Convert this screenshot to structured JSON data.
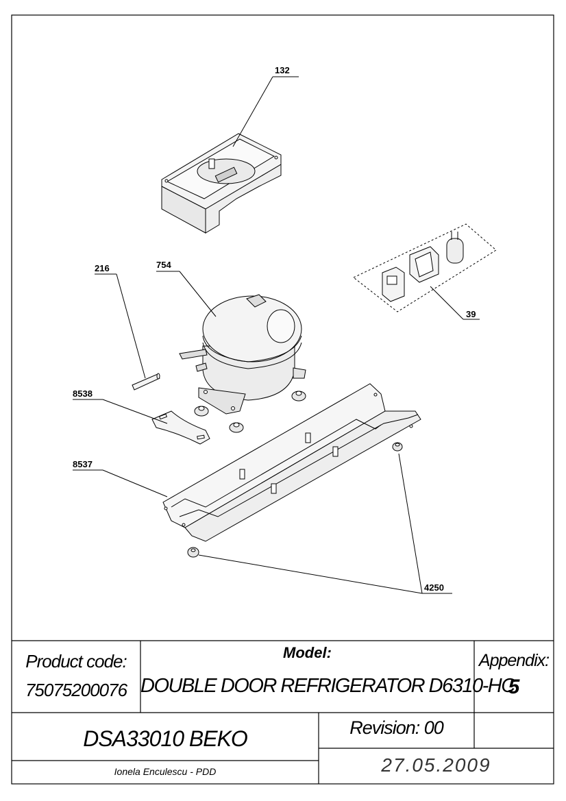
{
  "callouts": {
    "c132": "132",
    "c754": "754",
    "c216": "216",
    "c39": "39",
    "c8538": "8538",
    "c8537": "8537",
    "c4250": "4250"
  },
  "title_block": {
    "product_code_label": "Product code:",
    "product_code": "75075200076",
    "model_label": "Model:",
    "model_name": "DOUBLE DOOR REFRIGERATOR D6310-HC",
    "appendix_label": "Appendix:",
    "appendix_value": "5",
    "drawing_id": "DSA33010 BEKO",
    "revision": "Revision: 00",
    "author": "Ionela Enculescu - PDD",
    "date": "27.05.2009"
  },
  "colors": {
    "line": "#000000",
    "paper": "#ffffff",
    "part_fill": "#f4f4f4",
    "part_shade": "#e2e2e2"
  }
}
